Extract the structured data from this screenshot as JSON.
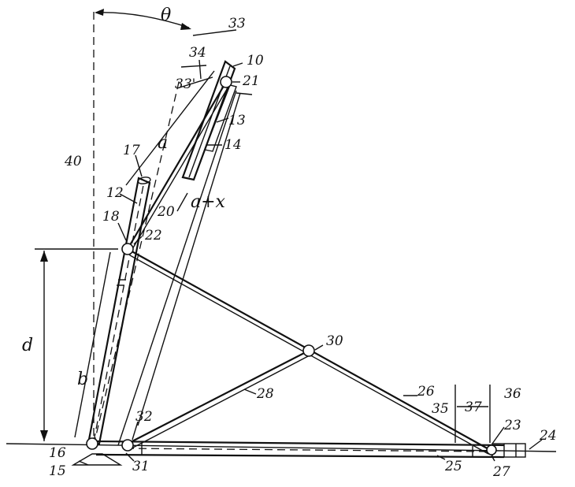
{
  "labels": {
    "theta": "θ",
    "a": "a",
    "a_plus_x": "a+x",
    "d": "d",
    "b": "b",
    "n10": "10",
    "n12": "12",
    "n13": "13",
    "n14": "14",
    "n15": "15",
    "n16": "16",
    "n17": "17",
    "n18": "18",
    "n20": "20",
    "n21": "21",
    "n22": "22",
    "n23": "23",
    "n24": "24",
    "n25": "25",
    "n26": "26",
    "n27": "27",
    "n28": "28",
    "n30": "30",
    "n31": "31",
    "n32": "32",
    "n33_top": "33",
    "n33_mid": "33'",
    "n34": "34",
    "n35": "35",
    "n36": "36",
    "n37": "37",
    "n40": "40"
  }
}
